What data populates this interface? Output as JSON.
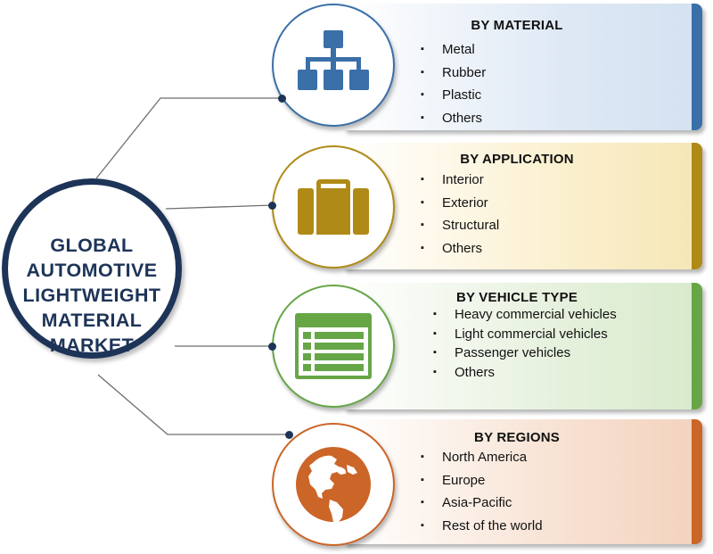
{
  "hub": {
    "title_lines": [
      "GLOBAL",
      "AUTOMOTIVE",
      "LIGHTWEIGHT",
      "MATERIAL",
      "MARKET"
    ]
  },
  "colors": {
    "hub_border": "#1d3458",
    "connector": "#6e6e6e",
    "material": "#3a6fa8",
    "application": "#b08a17",
    "vehicle": "#66a647",
    "regions": "#cc6528"
  },
  "segments": [
    {
      "title": "BY MATERIAL",
      "icon": "hierarchy-icon",
      "items": [
        "Metal",
        "Rubber",
        "Plastic",
        "Others"
      ]
    },
    {
      "title": "BY APPLICATION",
      "icon": "briefcase-icon",
      "items": [
        "Interior",
        "Exterior",
        "Structural",
        "Others"
      ]
    },
    {
      "title": "BY VEHICLE TYPE",
      "icon": "list-window-icon",
      "items": [
        "Heavy commercial vehicles",
        "Light commercial vehicles",
        "Passenger vehicles",
        "Others"
      ]
    },
    {
      "title": "BY REGIONS",
      "icon": "globe-icon",
      "items": [
        "North America",
        "Europe",
        "Asia-Pacific",
        "Rest of the world"
      ]
    }
  ]
}
